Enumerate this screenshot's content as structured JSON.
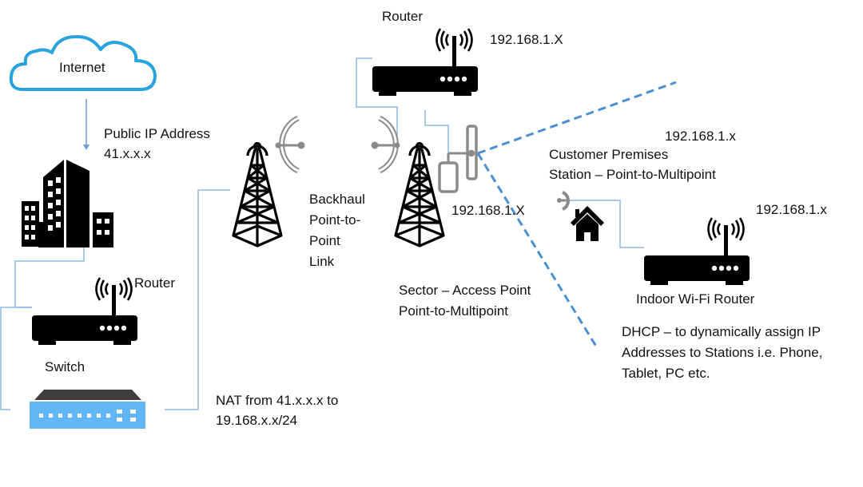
{
  "diagram": {
    "type": "network-topology",
    "colors": {
      "cloud_stroke": "#29a3dd",
      "wire": "#8fb8e3",
      "wireless_link": "#4a90d0",
      "icon": "#000000",
      "antenna": "#8a8a8a",
      "switch_body": "#62b6f5",
      "switch_top": "#3d3d3d"
    },
    "nodes": {
      "internet": {
        "label": "Internet"
      },
      "public_ip": {
        "line1": "Public IP Address",
        "line2": "41.x.x.x"
      },
      "router_local": {
        "label": "Router"
      },
      "switch": {
        "label": "Switch"
      },
      "nat": {
        "line1": "NAT from 41.x.x.x to",
        "line2": "19.168.x.x/24"
      },
      "backhaul": {
        "line1": "Backhaul",
        "line2": "Point-to-",
        "line3": "Point",
        "line4": "Link"
      },
      "router_tower": {
        "label": "Router",
        "ip": "192.168.1.X"
      },
      "sector": {
        "ip": "192.168.1.X",
        "line1": "Sector – Access Point",
        "line2": "Point-to-Multipoint"
      },
      "cpe": {
        "ip": "192.168.1.x",
        "line1": "Customer Premises",
        "line2": "Station – Point-to-Multipoint"
      },
      "indoor_router": {
        "ip": "192.168.1.x",
        "label": "Indoor Wi-Fi Router"
      },
      "dhcp": {
        "line1": "DHCP – to dynamically assign IP",
        "line2": "Addresses to Stations i.e. Phone,",
        "line3": "Tablet, PC etc."
      }
    },
    "icons": [
      "cloud-icon",
      "office-building-icon",
      "wifi-router-icon",
      "network-switch-icon",
      "cell-tower-icon",
      "dish-antenna-icon",
      "sector-antenna-icon",
      "house-icon"
    ]
  }
}
